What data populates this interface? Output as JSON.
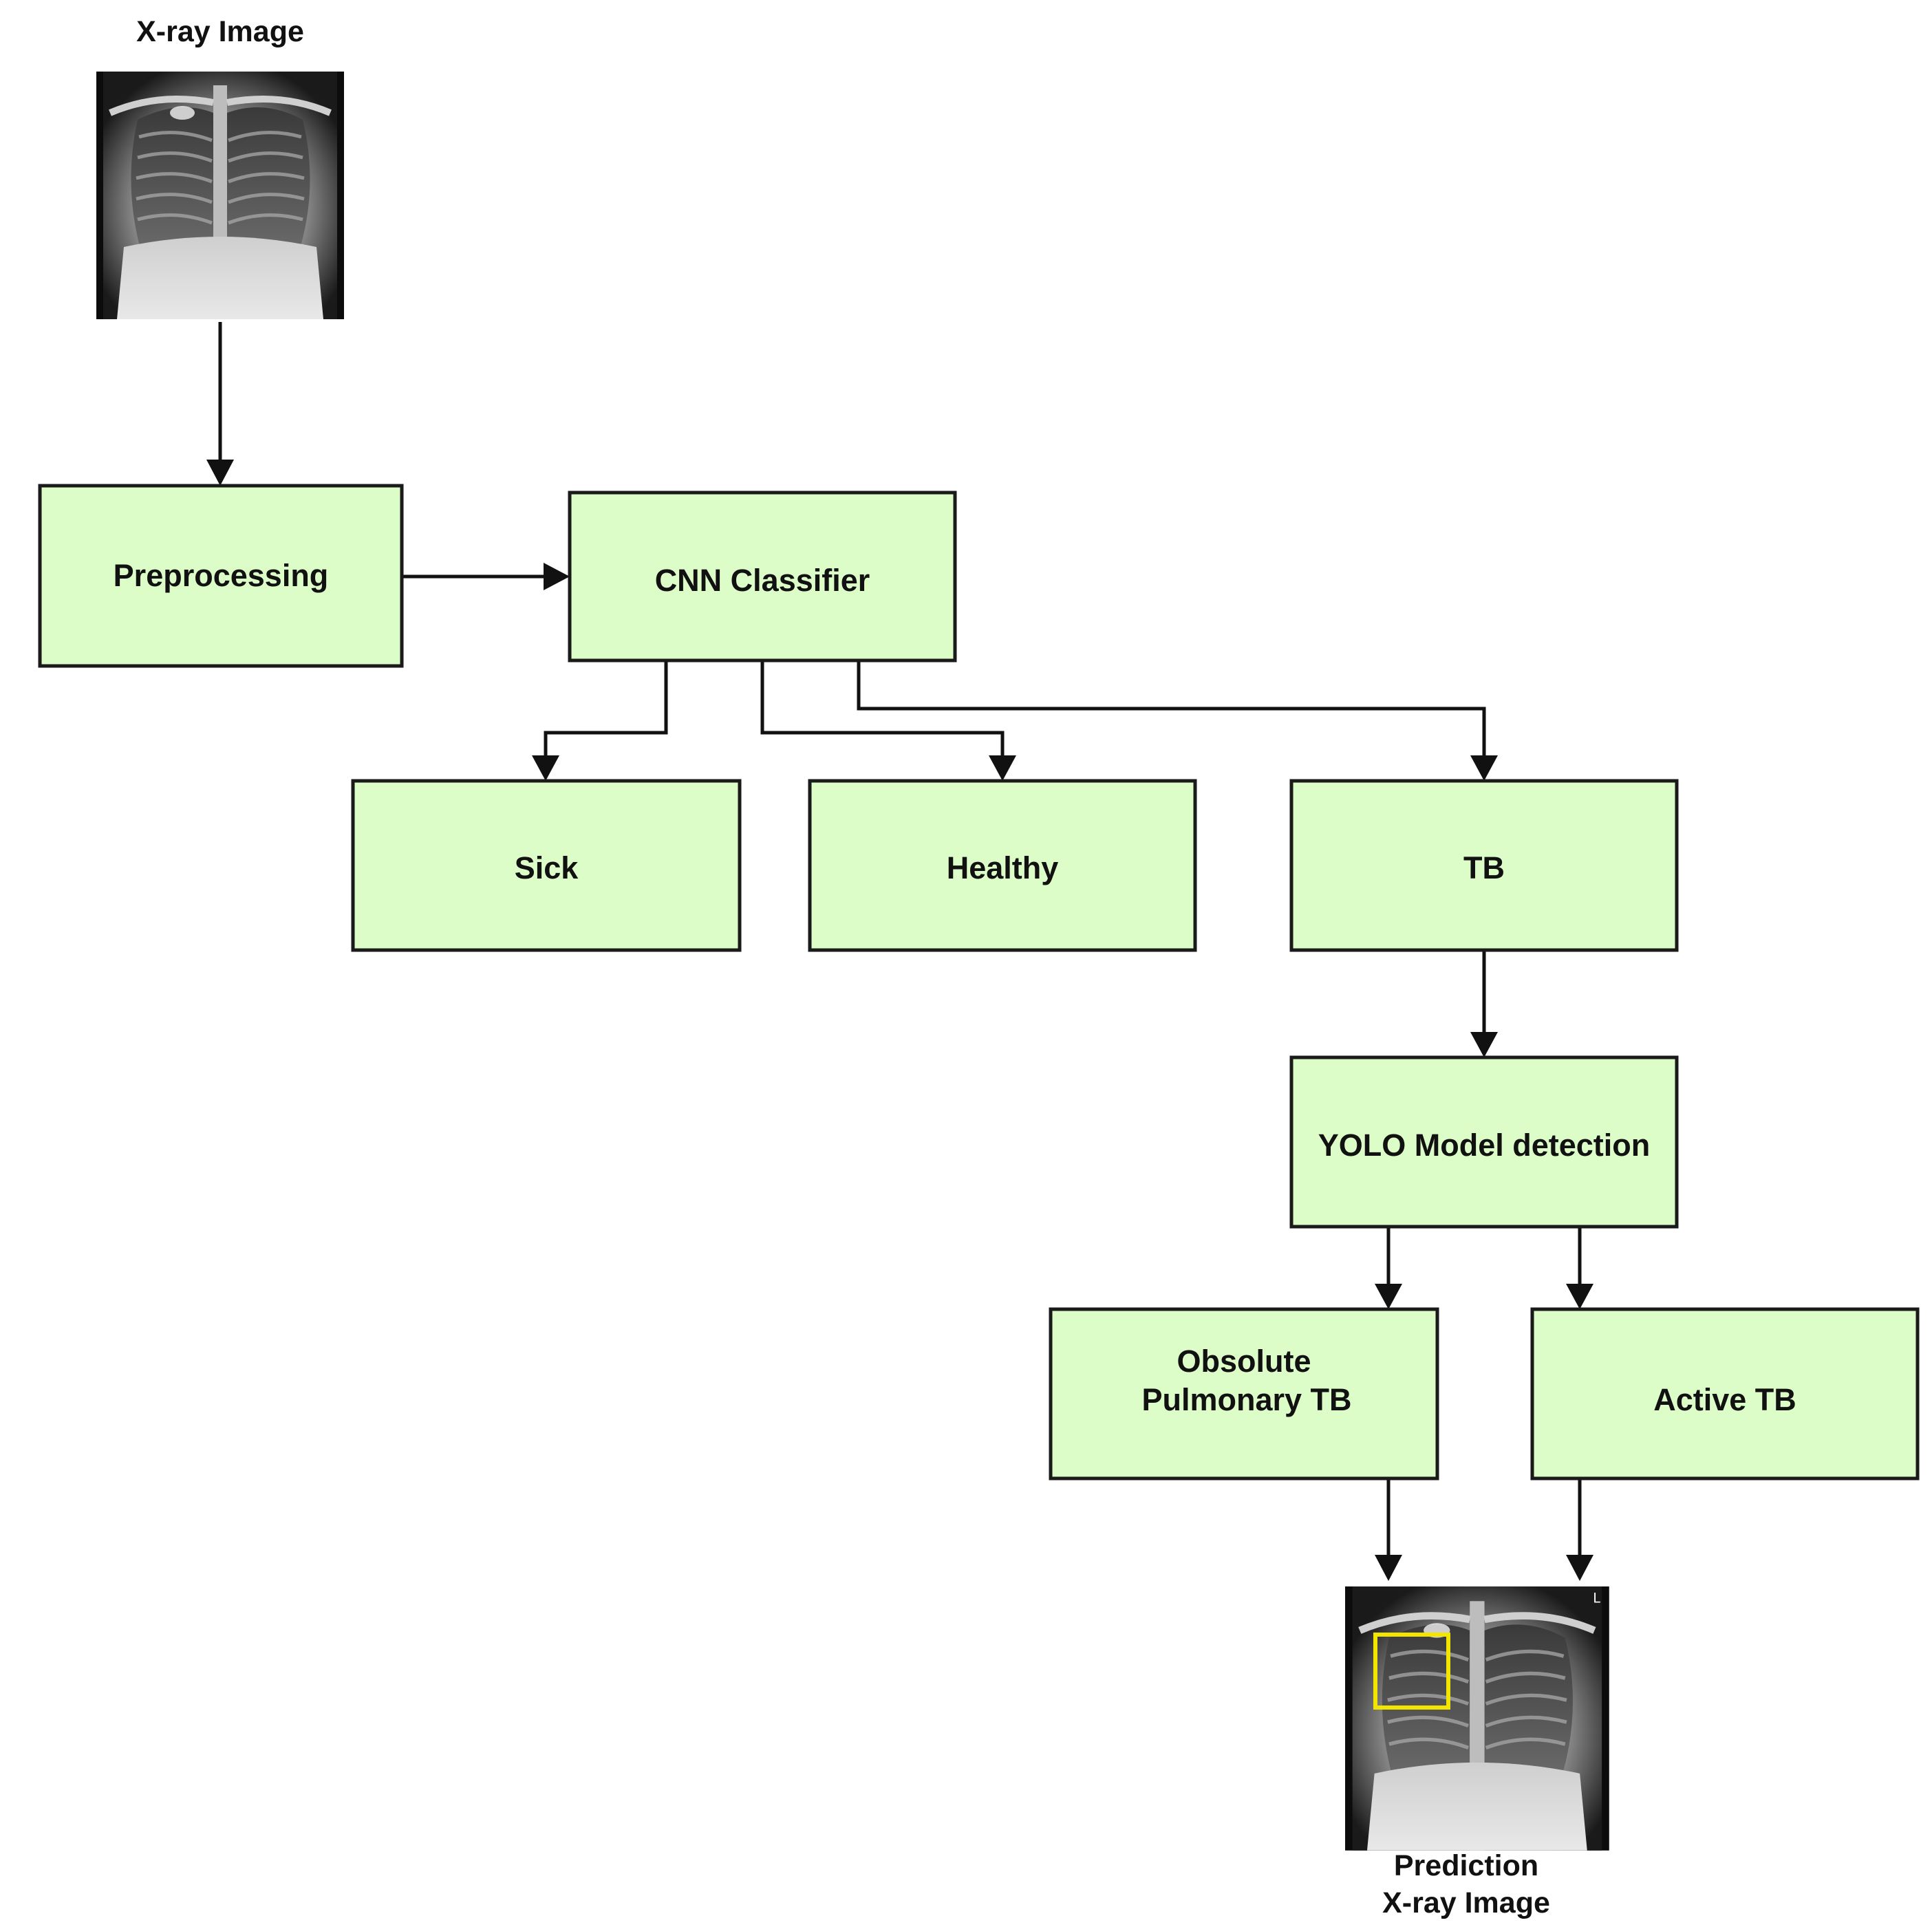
{
  "colors": {
    "box_fill": "#dcfcc8",
    "box_stroke": "#1a1a1a",
    "arrow": "#111111",
    "detection_box": "#f2e600"
  },
  "input_image": {
    "caption": "X-ray Image"
  },
  "nodes": {
    "preprocessing": "Preprocessing",
    "cnn_classifier": "CNN Classifier",
    "sick": "Sick",
    "healthy": "Healthy",
    "tb": "TB",
    "yolo": "YOLO Model detection",
    "obsolute_line1": "Obsolute",
    "obsolute_line2": "Pulmonary TB",
    "active_tb": "Active TB"
  },
  "output_image": {
    "caption_line1": "Prediction",
    "caption_line2": "X-ray Image"
  }
}
